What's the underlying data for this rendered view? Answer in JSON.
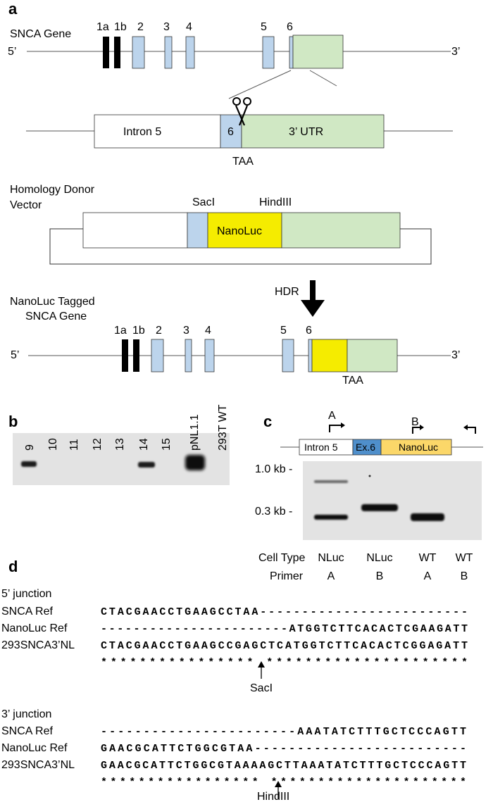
{
  "panels": {
    "a": {
      "letter": "a",
      "gene_label": "SNCA Gene",
      "five_prime": "5’",
      "three_prime": "3’",
      "exons": [
        "1a",
        "1b",
        "2",
        "3",
        "4",
        "5",
        "6"
      ],
      "intron_label": "Intron 5",
      "exon6_label": "6",
      "utr_label": "3’ UTR",
      "stop_codon": "TAA",
      "donor_label_line1": "Homology Donor",
      "donor_label_line2": "Vector",
      "sacI": "SacI",
      "hindIII": "HindIII",
      "nanoluc": "NanoLuc",
      "hdr": "HDR",
      "tagged_line1": "NanoLuc Tagged",
      "tagged_line2": "SNCA Gene"
    },
    "b": {
      "letter": "b",
      "lanes": [
        "9",
        "10",
        "11",
        "12",
        "13",
        "14",
        "15",
        "pNL1.1",
        "293T WT"
      ]
    },
    "c": {
      "letter": "c",
      "primer_a": "A",
      "primer_b": "B",
      "intron_label": "Intron 5",
      "exon_label": "Ex.6",
      "nanoluc": "NanoLuc",
      "size_1kb": "1.0 kb -",
      "size_03kb": "0.3 kb -",
      "row1_label": "Cell Type",
      "row2_label": "Primer",
      "cell_types": [
        "NLuc",
        "NLuc",
        "WT",
        "WT"
      ],
      "primers": [
        "A",
        "B",
        "A",
        "B"
      ]
    },
    "d": {
      "letter": "d",
      "junction5_title": "5’ junction",
      "junction3_title": "3’ junction",
      "row_labels": [
        "SNCA Ref",
        "NanoLuc Ref",
        "293SNCA3’NL"
      ],
      "j5_snca": "CTACGAACCTGAAGCCTAA-------------------------",
      "j5_nluc": "-----------------------ATGGTCTTCACACTCGAAGATT",
      "j5_293": "CTACGAACCTGAAGCCGAGCTCATGGTCTTCACACTCGGAGATT",
      "j5_stars": "****************       *********************",
      "j5_site": "SacI",
      "j3_snca": "-----------------------AAATATCTTTGCTCCCAGTT",
      "j3_nluc": "GAACGCATTCTGGCGTAA-------------------------",
      "j3_293": "GAACGCATTCTGGCGTAAAAGCTTAAATATCTTTGCTCCCAGTT",
      "j3_stars": "*****************      *********************",
      "j3_site": "HindIII"
    }
  },
  "colors": {
    "exon_blue": "#bcd4ec",
    "utr_green": "#d0e8c4",
    "nanoluc_yellow": "#f5ec00",
    "gel_yellow": "#fbd769",
    "gel_blue": "#4f8fcb",
    "gel_bg": "#e3e3e3"
  }
}
